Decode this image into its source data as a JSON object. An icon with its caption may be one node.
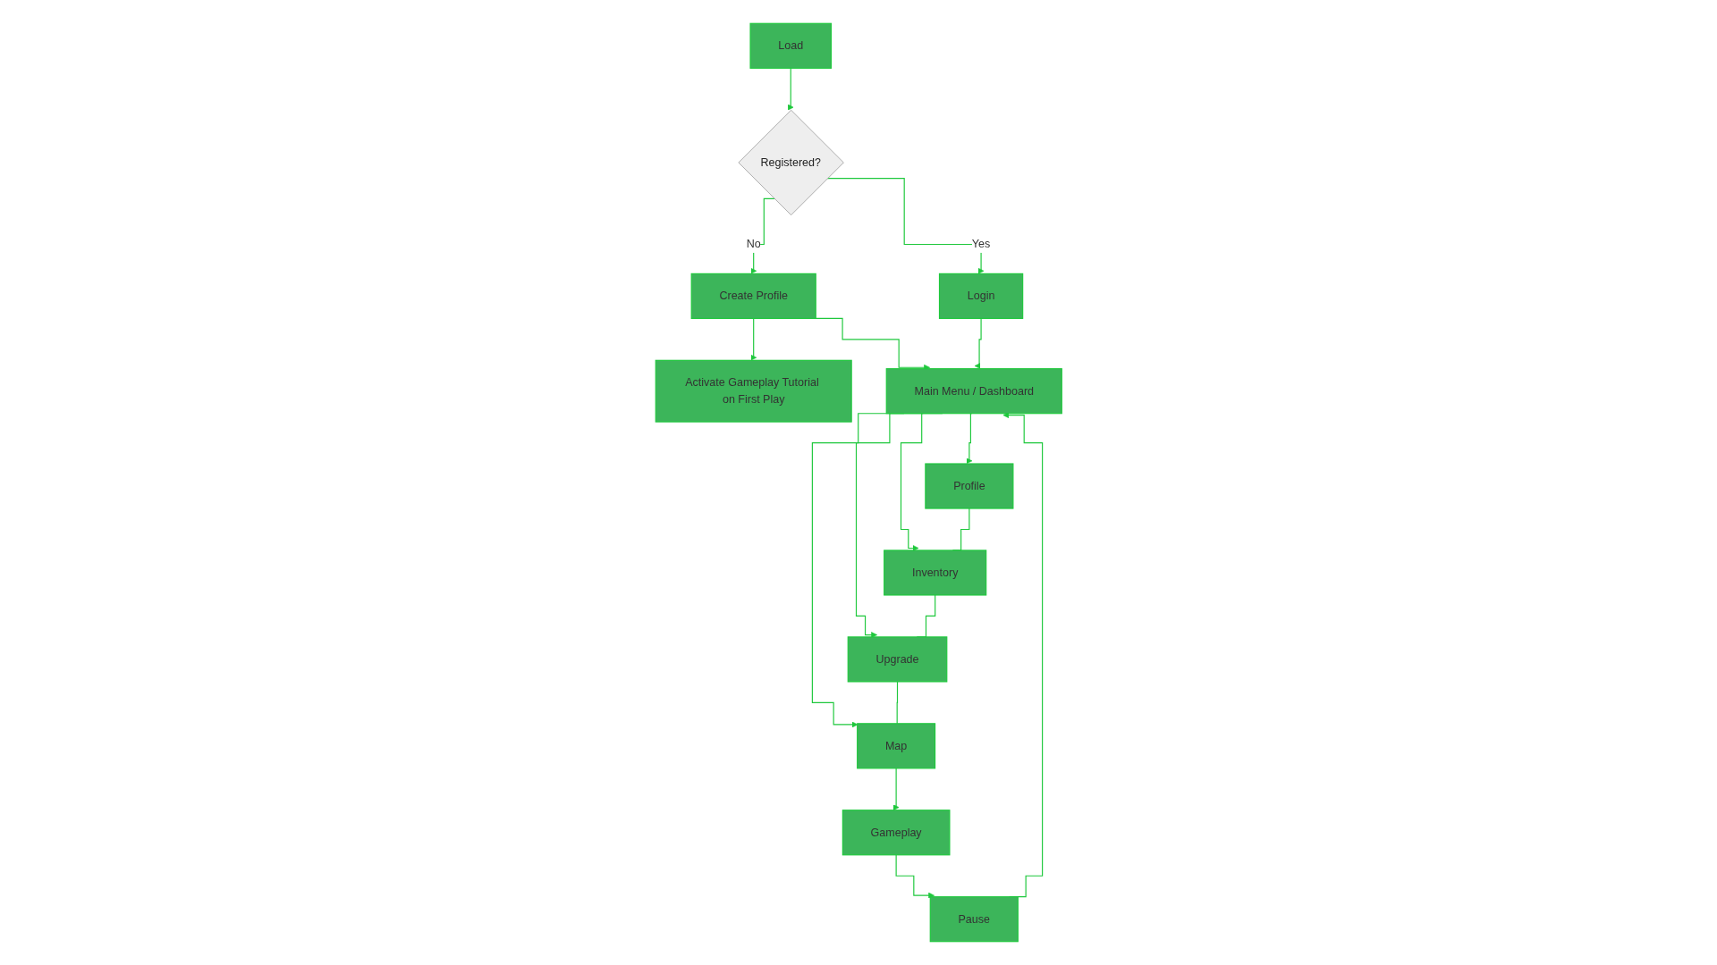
{
  "diagram": {
    "nodes": [
      {
        "text": [
          "Load"
        ]
      },
      {
        "text": [
          "Registered?"
        ]
      },
      {
        "text": [
          "Login"
        ]
      },
      {
        "text": [
          "Create Profile"
        ]
      },
      {
        "text": [
          "Activate Gameplay Tutorial on First Play"
        ]
      },
      {
        "text": [
          "Main Menu / Dashboard"
        ]
      },
      {
        "text": [
          "Profile"
        ]
      },
      {
        "text": [
          "Inventory"
        ]
      },
      {
        "text": [
          "Upgrade"
        ]
      },
      {
        "text": [
          "Map"
        ]
      },
      {
        "text": [
          "Gameplay"
        ]
      },
      {
        "text": [
          "Pause"
        ]
      }
    ],
    "edges": [
      {
        "from": 0,
        "to": 1,
        "arrow": "to"
      },
      {
        "from": 1,
        "to": 2,
        "arrow": "to",
        "label": "Yes"
      },
      {
        "from": 1,
        "to": 3,
        "arrow": "to",
        "label": "No"
      },
      {
        "from": 3,
        "to": 4,
        "arrow": "to"
      },
      {
        "from": 3,
        "to": 5,
        "arrow": "to"
      },
      {
        "from": 2,
        "to": 5,
        "arrow": "to"
      },
      {
        "from": 5,
        "to": 6,
        "arrow": "to"
      },
      {
        "from": 5,
        "to": 7,
        "arrow": "to"
      },
      {
        "from": 5,
        "to": 8,
        "arrow": "to"
      },
      {
        "from": 5,
        "to": 9,
        "arrow": "to"
      },
      {
        "from": 6,
        "to": 7,
        "arrow": "none"
      },
      {
        "from": 7,
        "to": 8,
        "arrow": "none"
      },
      {
        "from": 8,
        "to": 9,
        "arrow": "none"
      },
      {
        "from": 9,
        "to": 10,
        "arrow": "to"
      },
      {
        "from": 10,
        "to": 11,
        "arrow": "to"
      },
      {
        "from": 11,
        "to": 5,
        "arrow": "to"
      }
    ]
  }
}
